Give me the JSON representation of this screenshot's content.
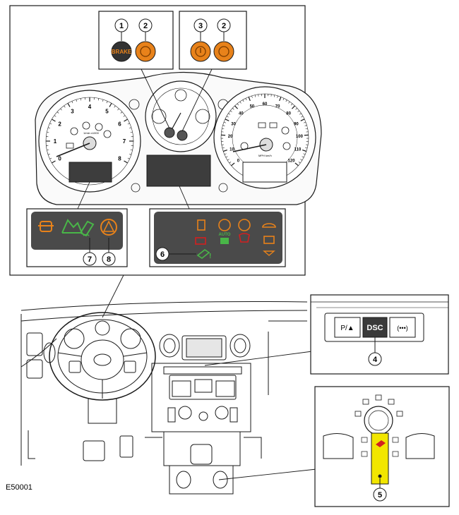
{
  "figure_id": "E50001",
  "callouts": {
    "c1": "1",
    "c2": "2",
    "c3": "3",
    "c4": "4",
    "c5": "5",
    "c6": "6",
    "c7": "7",
    "c8": "8"
  },
  "warning_lamps": {
    "brake_label": "BRAKE",
    "auto_label": "AUTO"
  },
  "cluster": {
    "rpm_unit": "1/min x1000",
    "speed_unit": "MPH km/h",
    "rpm_ticks": [
      "0",
      "1",
      "2",
      "3",
      "4",
      "5",
      "6",
      "7",
      "8"
    ],
    "speed_ticks_outer": [
      "0",
      "10",
      "20",
      "30",
      "40",
      "50",
      "60",
      "70",
      "80",
      "90",
      "100",
      "110",
      "120"
    ]
  },
  "switch_panel": {
    "left_label": "P/▲",
    "dsc_label": "DSC",
    "right_label": "(•••)"
  },
  "colors": {
    "lamp_orange": "#e8821a",
    "lamp_red": "#d22020",
    "lamp_green": "#49b648",
    "lamp_panel": "#4a4a4a",
    "terrain_yellow": "#f2e600",
    "line": "#1a1a1a"
  },
  "icons": [
    "brake-lamp",
    "hdc-lamp",
    "dsc-lamp",
    "warning-triangle-lamp",
    "engine-check-lamp",
    "tyre-pressure-lamp",
    "glow-plug-lamp",
    "terrain-response-knob"
  ]
}
